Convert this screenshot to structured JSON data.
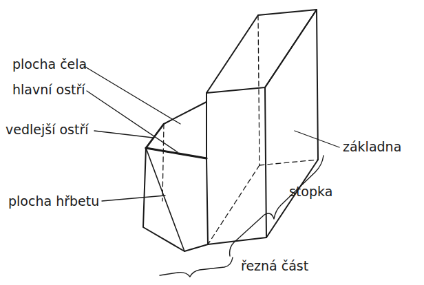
{
  "diagram": {
    "labels": [
      "plocha čela",
      "hlavní ostří",
      "vedlejší ostří",
      "plocha hřbetu",
      "základna",
      "stopka",
      "řezná část"
    ]
  }
}
